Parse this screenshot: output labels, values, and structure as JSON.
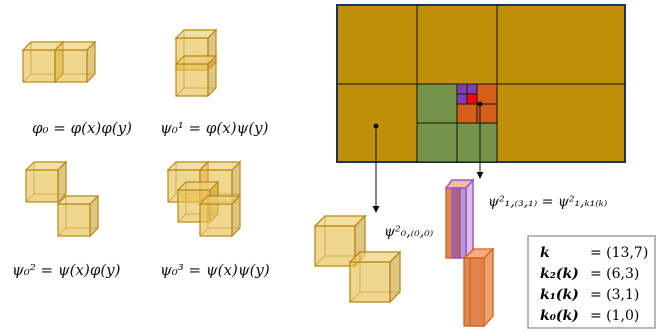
{
  "colors": {
    "gold": "#c1900b",
    "green": "#76934a",
    "orange": "#d4601a",
    "purple": "#7f3fb0",
    "red": "#ff0000",
    "navy": "#1e3557",
    "cube_face": "#e8c255",
    "cube_edge": "#b88a1a",
    "purple_edge": "#9a5ad0",
    "legend_border": "#a0a0a0"
  },
  "labels": {
    "phi0": "φ₀ = φ(x)φ(y)",
    "psi01": "ψ₀¹ = φ(x)ψ(y)",
    "psi02": "ψ₀² = ψ(x)φ(y)",
    "psi03": "ψ₀³ = ψ(x)ψ(y)",
    "psi_000": "ψ²₀,₍₀,₀₎",
    "psi_131": "ψ²₁,₍₃,₁₎ = ψ²₁,ₖ₁₍ₖ₎"
  },
  "legend": [
    {
      "name": "k",
      "value": "= (13,7)"
    },
    {
      "name": "k₂(k)",
      "value": "= (6,3)"
    },
    {
      "name": "k₁(k)",
      "value": "= (3,1)"
    },
    {
      "name": "k₀(k)",
      "value": "= (1,0)"
    }
  ]
}
